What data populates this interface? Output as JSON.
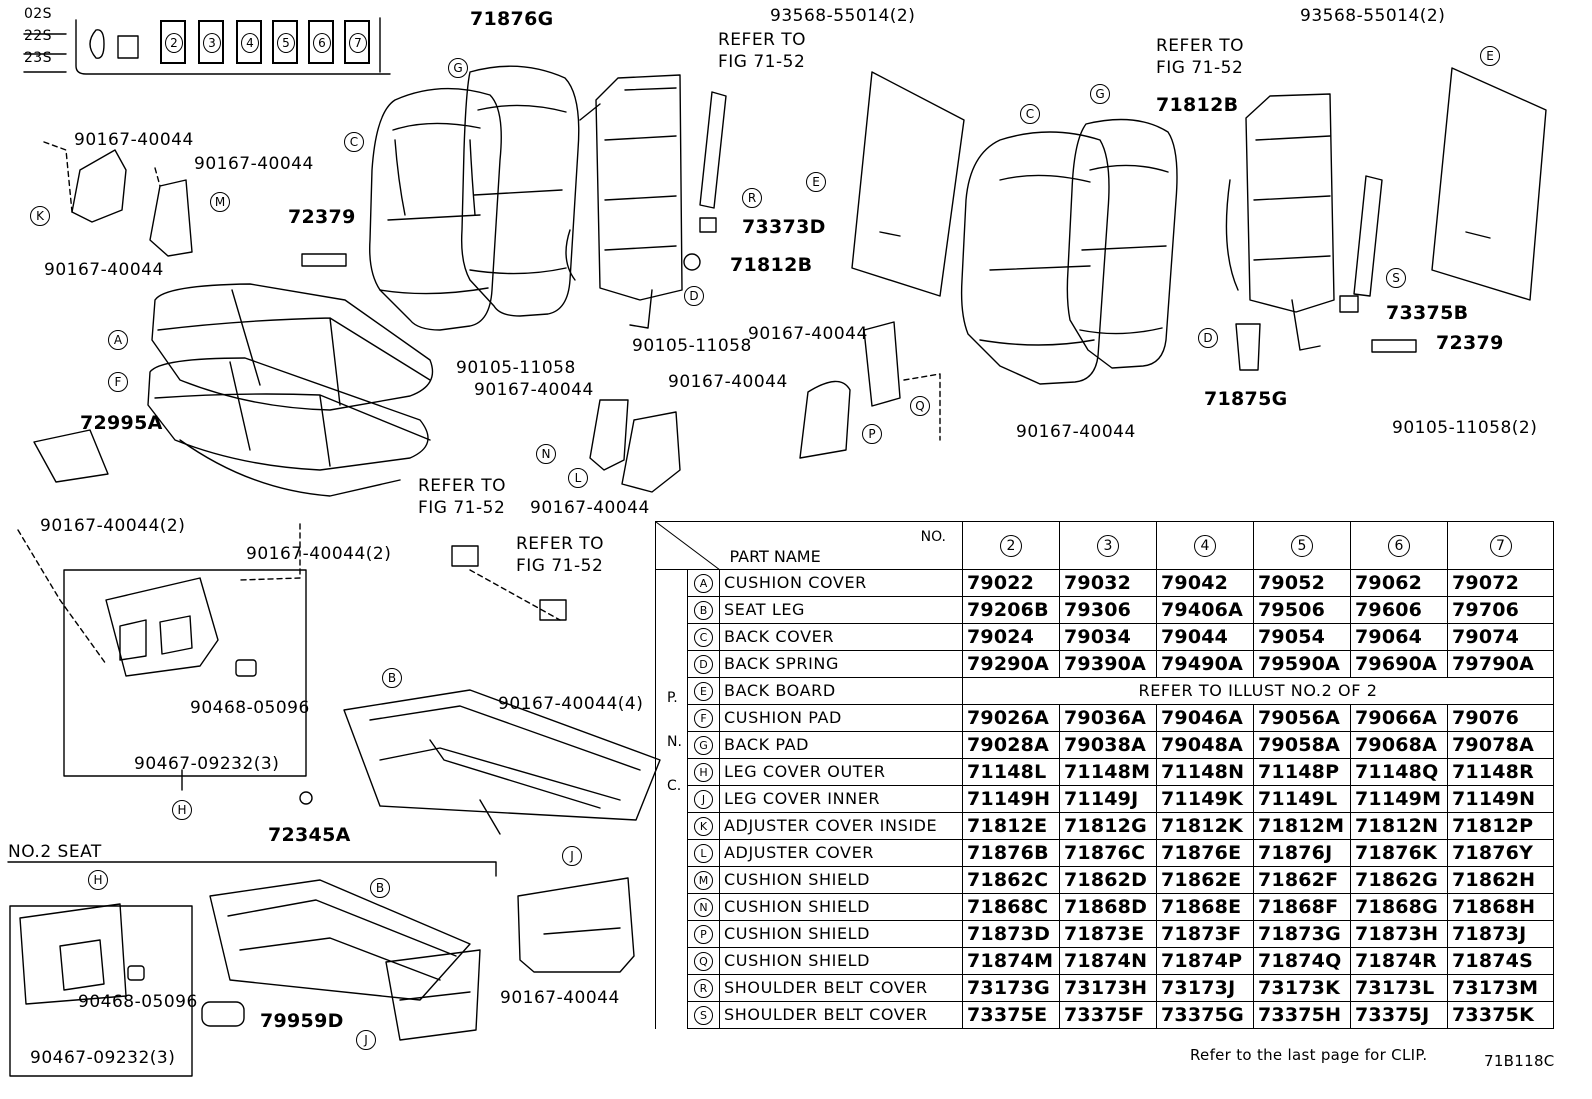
{
  "header": {
    "variants": [
      "02S",
      "22S",
      "23S"
    ],
    "seat_numbers": [
      "2",
      "3",
      "4",
      "5",
      "6",
      "7"
    ]
  },
  "refer": {
    "top_middle": [
      "REFER TO",
      "FIG 71-52"
    ],
    "top_right": [
      "REFER TO",
      "FIG 71-52"
    ],
    "mid_left": [
      "REFER TO",
      "FIG 71-52"
    ],
    "mid_right": [
      "REFER TO",
      "FIG 71-52"
    ]
  },
  "labels": {
    "p71876G": "71876G",
    "p93568_1": "93568-55014(2)",
    "p93568_2": "93568-55014(2)",
    "p90167_a": "90167-40044",
    "p90167_b": "90167-40044",
    "p90167_c": "90167-40044",
    "p72379_a": "72379",
    "p72379_b": "72379",
    "p73373D": "73373D",
    "p71812B_a": "71812B",
    "p71812B_b": "71812B",
    "p90105_a": "90105-11058",
    "p90105_b": "90105-11058",
    "p90105_2": "90105-11058(2)",
    "p90167_d": "90167-40044",
    "p90167_e": "90167-40044",
    "p90167_f": "90167-40044",
    "p90167_g": "90167-40044",
    "p90167_h": "90167-40044",
    "p72995A": "72995A",
    "p90167_2a": "90167-40044(2)",
    "p90167_2b": "90167-40044(2)",
    "p90167_4": "90167-40044(4)",
    "p90468_a": "90468-05096",
    "p90468_b": "90468-05096",
    "p90467_a": "90467-09232(3)",
    "p90467_b": "90467-09232(3)",
    "p72345A": "72345A",
    "p73375B": "73375B",
    "p71875G": "71875G",
    "p79959D": "79959D",
    "p90167_i": "90167-40044",
    "no2seat": "NO.2 SEAT"
  },
  "table": {
    "no_label": "NO.",
    "part_name_label": "PART NAME",
    "pnc_label": [
      "P.",
      "N.",
      "C."
    ],
    "columns": [
      "2",
      "3",
      "4",
      "5",
      "6",
      "7"
    ],
    "rows": [
      {
        "key": "A",
        "name": "CUSHION COVER",
        "parts": [
          "79022",
          "79032",
          "79042",
          "79052",
          "79062",
          "79072"
        ]
      },
      {
        "key": "B",
        "name": "SEAT LEG",
        "parts": [
          "79206B",
          "79306",
          "79406A",
          "79506",
          "79606",
          "79706"
        ]
      },
      {
        "key": "C",
        "name": "BACK COVER",
        "parts": [
          "79024",
          "79034",
          "79044",
          "79054",
          "79064",
          "79074"
        ]
      },
      {
        "key": "D",
        "name": "BACK SPRING",
        "parts": [
          "79290A",
          "79390A",
          "79490A",
          "79590A",
          "79690A",
          "79790A"
        ]
      },
      {
        "key": "E",
        "name": "BACK BOARD",
        "merged": "REFER TO ILLUST NO.2 OF 2"
      },
      {
        "key": "F",
        "name": "CUSHION PAD",
        "parts": [
          "79026A",
          "79036A",
          "79046A",
          "79056A",
          "79066A",
          "79076"
        ]
      },
      {
        "key": "G",
        "name": "BACK PAD",
        "parts": [
          "79028A",
          "79038A",
          "79048A",
          "79058A",
          "79068A",
          "79078A"
        ]
      },
      {
        "key": "H",
        "name": "LEG COVER OUTER",
        "parts": [
          "71148L",
          "71148M",
          "71148N",
          "71148P",
          "71148Q",
          "71148R"
        ]
      },
      {
        "key": "J",
        "name": "LEG COVER INNER",
        "parts": [
          "71149H",
          "71149J",
          "71149K",
          "71149L",
          "71149M",
          "71149N"
        ]
      },
      {
        "key": "K",
        "name": "ADJUSTER COVER INSIDE",
        "parts": [
          "71812E",
          "71812G",
          "71812K",
          "71812M",
          "71812N",
          "71812P"
        ]
      },
      {
        "key": "L",
        "name": "ADJUSTER COVER",
        "parts": [
          "71876B",
          "71876C",
          "71876E",
          "71876J",
          "71876K",
          "71876Y"
        ]
      },
      {
        "key": "M",
        "name": "CUSHION SHIELD",
        "parts": [
          "71862C",
          "71862D",
          "71862E",
          "71862F",
          "71862G",
          "71862H"
        ]
      },
      {
        "key": "N",
        "name": "CUSHION SHIELD",
        "parts": [
          "71868C",
          "71868D",
          "71868E",
          "71868F",
          "71868G",
          "71868H"
        ]
      },
      {
        "key": "P",
        "name": "CUSHION SHIELD",
        "parts": [
          "71873D",
          "71873E",
          "71873F",
          "71873G",
          "71873H",
          "71873J"
        ]
      },
      {
        "key": "Q",
        "name": "CUSHION SHIELD",
        "parts": [
          "71874M",
          "71874N",
          "71874P",
          "71874Q",
          "71874R",
          "71874S"
        ]
      },
      {
        "key": "R",
        "name": "SHOULDER BELT COVER",
        "parts": [
          "73173G",
          "73173H",
          "73173J",
          "73173K",
          "73173L",
          "73173M"
        ]
      },
      {
        "key": "S",
        "name": "SHOULDER BELT COVER",
        "parts": [
          "73375E",
          "73375F",
          "73375G",
          "73375H",
          "73375J",
          "73375K"
        ]
      }
    ]
  },
  "footer": {
    "clip_note": "Refer to the last page for CLIP.",
    "figure_id": "71B118C"
  }
}
